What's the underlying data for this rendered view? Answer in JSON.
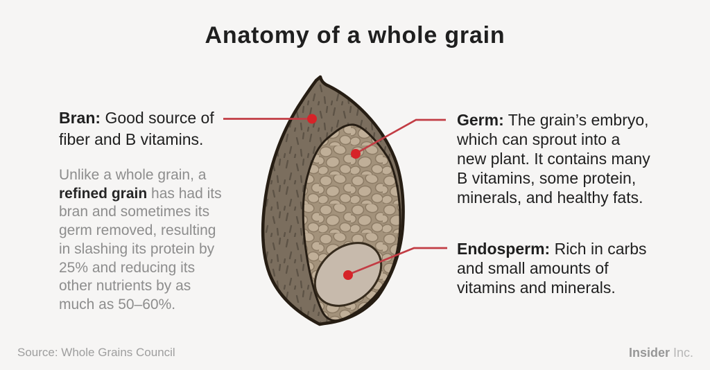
{
  "title": "Anatomy of a whole grain",
  "bran": {
    "label": "Bran:",
    "rest": " Good source of",
    "line2": "fiber and B vitamins."
  },
  "refined": {
    "line1": "Unlike a whole grain, a",
    "bold": "refined grain",
    "line2_rest": " has had its",
    "line3": "bran and sometimes its",
    "line4": "germ removed, resulting",
    "line5": "in slashing its protein by",
    "line6": "25% and reducing its",
    "line7": "other nutrients by as",
    "line8": "much as 50–60%."
  },
  "germ": {
    "label": "Germ:",
    "rest": " The grain’s embryo,",
    "line2": "which can sprout into a",
    "line3": "new plant. It contains many",
    "line4": "B vitamins, some protein,",
    "line5": "minerals, and healthy fats."
  },
  "endosperm": {
    "label": "Endosperm:",
    "rest": " Rich in carbs",
    "line2": "and small amounts of",
    "line3": "vitamins and minerals."
  },
  "footer": {
    "source": "Source: Whole Grains Council",
    "brand_bold": "Insider",
    "brand_light": " Inc."
  },
  "colors": {
    "background": "#f6f5f4",
    "line_red": "#c23c44",
    "dot_red": "#d62328",
    "bran_fill": "#7b6e5e",
    "bran_dash": "#584e42",
    "outline_dark": "#261d13",
    "pebble_base": "#a3927b",
    "pebble_fill": "#c0af98",
    "pebble_stroke": "#8d7c66",
    "oval_fill": "#c7baac",
    "title_text": "#1f1f1f",
    "muted_text": "#8d8d8d",
    "footer_text": "#9e9e9e"
  }
}
